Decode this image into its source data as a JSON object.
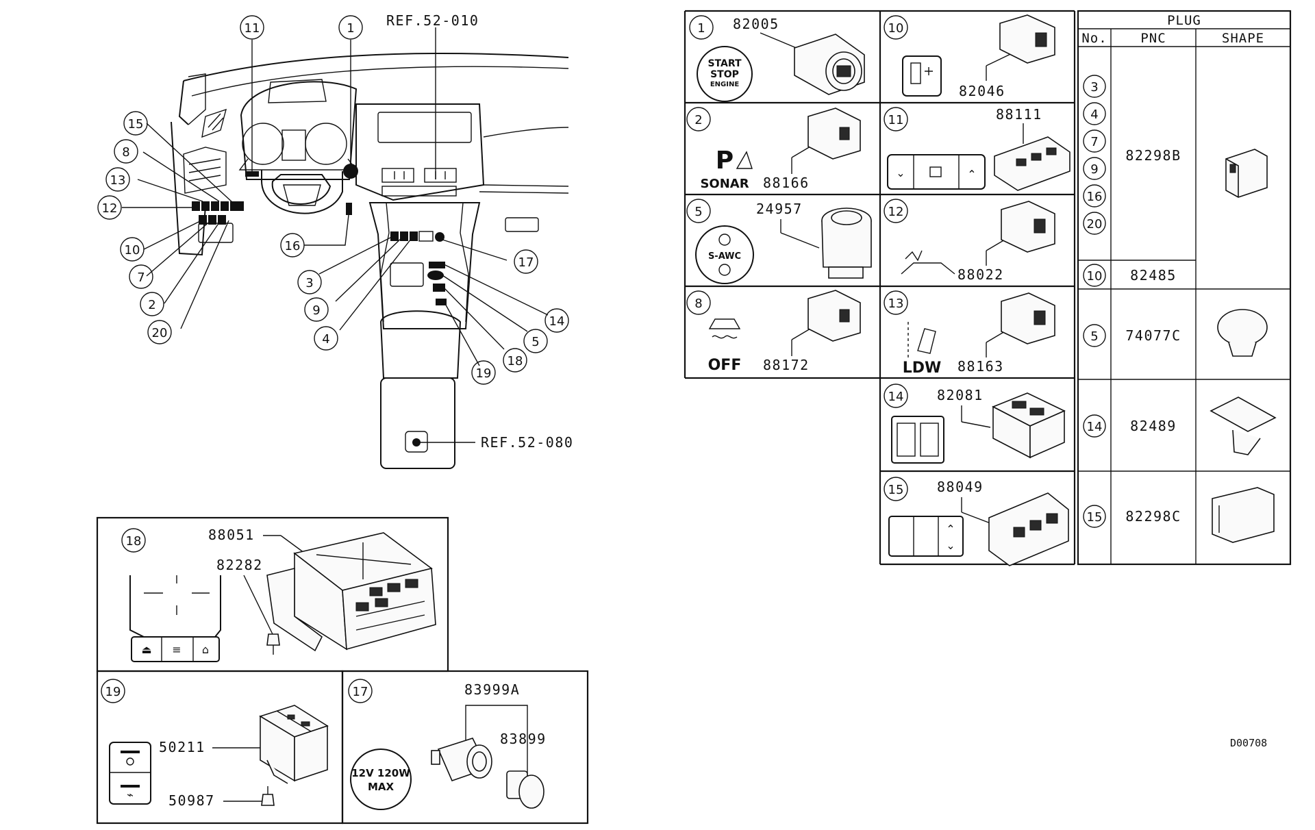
{
  "overview": {
    "callouts": [
      "11",
      "1",
      "15",
      "8",
      "13",
      "12",
      "10",
      "7",
      "2",
      "20",
      "16",
      "3",
      "9",
      "4",
      "17",
      "14",
      "5",
      "18",
      "19"
    ],
    "refs": [
      "REF.52-010",
      "REF.52-080"
    ]
  },
  "panels": [
    {
      "no": "1",
      "pnc": "82005",
      "icon_text": [
        "START",
        "STOP",
        "ENGINE"
      ]
    },
    {
      "no": "2",
      "pnc": "88166",
      "icon_text": [
        "SONAR"
      ]
    },
    {
      "no": "5",
      "pnc": "24957"
    },
    {
      "no": "8",
      "pnc": "88172",
      "icon_text": [
        "OFF"
      ]
    },
    {
      "no": "10",
      "pnc": "82046"
    },
    {
      "no": "11",
      "pnc": "88111"
    },
    {
      "no": "12",
      "pnc": "88022"
    },
    {
      "no": "13",
      "pnc": "88163",
      "icon_text": [
        "LDW"
      ]
    },
    {
      "no": "14",
      "pnc": "82081"
    },
    {
      "no": "15",
      "pnc": "88049"
    },
    {
      "no": "18",
      "pnc": "88051",
      "sub_pnc": "82282"
    },
    {
      "no": "19",
      "pnc": "50211",
      "sub_pnc": "50987"
    },
    {
      "no": "17",
      "pnc": "83999A",
      "sub_pnc": "83899",
      "icon_text": [
        "12V 120W",
        "MAX"
      ]
    }
  ],
  "plug_table": {
    "title": "PLUG",
    "headers": [
      "No.",
      "PNC",
      "SHAPE"
    ],
    "rows": [
      {
        "nos": [
          "3",
          "4",
          "7",
          "9",
          "16",
          "20"
        ],
        "pnc": "82298B"
      },
      {
        "nos": [
          "10"
        ],
        "pnc": "82485"
      },
      {
        "nos": [
          "5"
        ],
        "pnc": "74077C"
      },
      {
        "nos": [
          "14"
        ],
        "pnc": "82489"
      },
      {
        "nos": [
          "15"
        ],
        "pnc": "82298C"
      }
    ]
  },
  "diagram_code": "D00708"
}
